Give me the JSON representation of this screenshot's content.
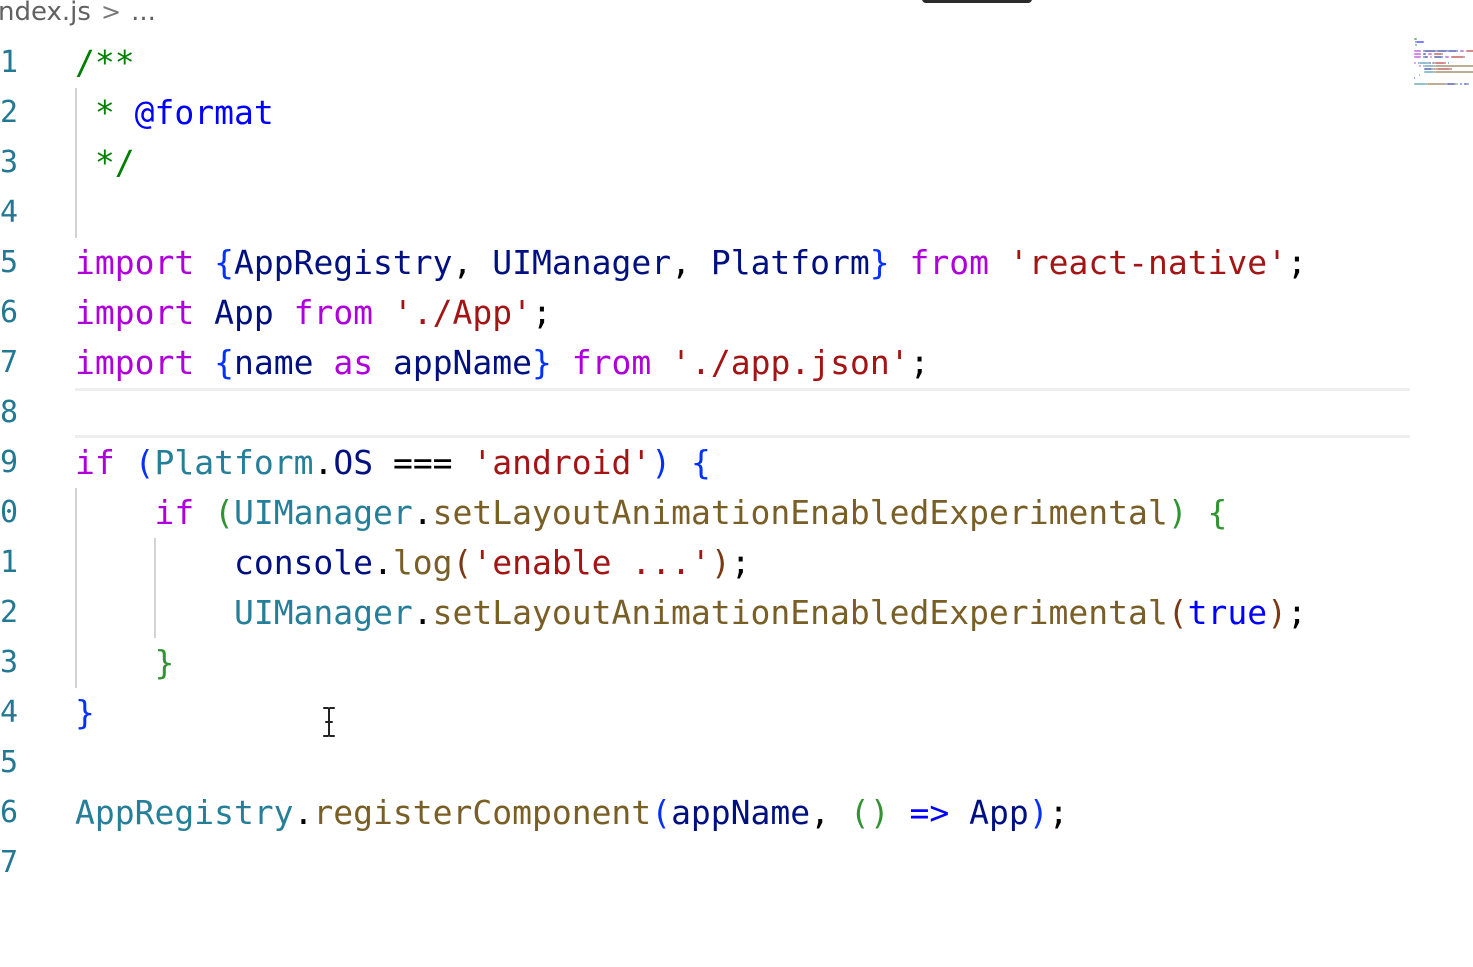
{
  "breadcrumb": {
    "file": "ndex.js",
    "separator": ">",
    "more": "..."
  },
  "gutter": {
    "line_numbers": [
      "1",
      "2",
      "3",
      "4",
      "5",
      "6",
      "7",
      "8",
      "9",
      "0",
      "1",
      "2",
      "3",
      "4",
      "5",
      "6",
      "7"
    ]
  },
  "code": {
    "current_line": 8,
    "lines": [
      [
        {
          "t": "/**",
          "c": "comment"
        }
      ],
      [
        {
          "t": " * ",
          "c": "comment"
        },
        {
          "t": "@format",
          "c": "tag"
        }
      ],
      [
        {
          "t": " */",
          "c": "comment"
        }
      ],
      [],
      [
        {
          "t": "import",
          "c": "kw-ctrl"
        },
        {
          "t": " ",
          "c": "plain"
        },
        {
          "t": "{",
          "c": "b1"
        },
        {
          "t": "AppRegistry",
          "c": "var"
        },
        {
          "t": ", ",
          "c": "plain"
        },
        {
          "t": "UIManager",
          "c": "var"
        },
        {
          "t": ", ",
          "c": "plain"
        },
        {
          "t": "Platform",
          "c": "var"
        },
        {
          "t": "}",
          "c": "b1"
        },
        {
          "t": " ",
          "c": "plain"
        },
        {
          "t": "from",
          "c": "kw-ctrl"
        },
        {
          "t": " ",
          "c": "plain"
        },
        {
          "t": "'react-native'",
          "c": "str"
        },
        {
          "t": ";",
          "c": "plain"
        }
      ],
      [
        {
          "t": "import",
          "c": "kw-ctrl"
        },
        {
          "t": " ",
          "c": "plain"
        },
        {
          "t": "App",
          "c": "var"
        },
        {
          "t": " ",
          "c": "plain"
        },
        {
          "t": "from",
          "c": "kw-ctrl"
        },
        {
          "t": " ",
          "c": "plain"
        },
        {
          "t": "'./App'",
          "c": "str"
        },
        {
          "t": ";",
          "c": "plain"
        }
      ],
      [
        {
          "t": "import",
          "c": "kw-ctrl"
        },
        {
          "t": " ",
          "c": "plain"
        },
        {
          "t": "{",
          "c": "b1"
        },
        {
          "t": "name",
          "c": "var"
        },
        {
          "t": " ",
          "c": "plain"
        },
        {
          "t": "as",
          "c": "kw-ctrl"
        },
        {
          "t": " ",
          "c": "plain"
        },
        {
          "t": "appName",
          "c": "var"
        },
        {
          "t": "}",
          "c": "b1"
        },
        {
          "t": " ",
          "c": "plain"
        },
        {
          "t": "from",
          "c": "kw-ctrl"
        },
        {
          "t": " ",
          "c": "plain"
        },
        {
          "t": "'./app.json'",
          "c": "str"
        },
        {
          "t": ";",
          "c": "plain"
        }
      ],
      [],
      [
        {
          "t": "if",
          "c": "kw-ctrl"
        },
        {
          "t": " ",
          "c": "plain"
        },
        {
          "t": "(",
          "c": "b1"
        },
        {
          "t": "Platform",
          "c": "cls"
        },
        {
          "t": ".",
          "c": "plain"
        },
        {
          "t": "OS",
          "c": "var"
        },
        {
          "t": " === ",
          "c": "plain"
        },
        {
          "t": "'android'",
          "c": "str"
        },
        {
          "t": ")",
          "c": "b1"
        },
        {
          "t": " ",
          "c": "plain"
        },
        {
          "t": "{",
          "c": "b1"
        }
      ],
      [
        {
          "t": "    ",
          "c": "plain"
        },
        {
          "t": "if",
          "c": "kw-ctrl"
        },
        {
          "t": " ",
          "c": "plain"
        },
        {
          "t": "(",
          "c": "b2"
        },
        {
          "t": "UIManager",
          "c": "cls"
        },
        {
          "t": ".",
          "c": "plain"
        },
        {
          "t": "setLayoutAnimationEnabledExperimental",
          "c": "fn"
        },
        {
          "t": ")",
          "c": "b2"
        },
        {
          "t": " ",
          "c": "plain"
        },
        {
          "t": "{",
          "c": "b2"
        }
      ],
      [
        {
          "t": "        ",
          "c": "plain"
        },
        {
          "t": "console",
          "c": "var"
        },
        {
          "t": ".",
          "c": "plain"
        },
        {
          "t": "log",
          "c": "fn"
        },
        {
          "t": "(",
          "c": "b3"
        },
        {
          "t": "'enable ...'",
          "c": "str"
        },
        {
          "t": ")",
          "c": "b3"
        },
        {
          "t": ";",
          "c": "plain"
        }
      ],
      [
        {
          "t": "        ",
          "c": "plain"
        },
        {
          "t": "UIManager",
          "c": "cls"
        },
        {
          "t": ".",
          "c": "plain"
        },
        {
          "t": "setLayoutAnimationEnabledExperimental",
          "c": "fn"
        },
        {
          "t": "(",
          "c": "b3"
        },
        {
          "t": "true",
          "c": "kw"
        },
        {
          "t": ")",
          "c": "b3"
        },
        {
          "t": ";",
          "c": "plain"
        }
      ],
      [
        {
          "t": "    ",
          "c": "plain"
        },
        {
          "t": "}",
          "c": "b2"
        }
      ],
      [
        {
          "t": "}",
          "c": "b1"
        }
      ],
      [],
      [
        {
          "t": "AppRegistry",
          "c": "cls"
        },
        {
          "t": ".",
          "c": "plain"
        },
        {
          "t": "registerComponent",
          "c": "fn"
        },
        {
          "t": "(",
          "c": "b1"
        },
        {
          "t": "appName",
          "c": "var"
        },
        {
          "t": ", ",
          "c": "plain"
        },
        {
          "t": "()",
          "c": "b2"
        },
        {
          "t": " ",
          "c": "plain"
        },
        {
          "t": "=>",
          "c": "kw"
        },
        {
          "t": " ",
          "c": "plain"
        },
        {
          "t": "App",
          "c": "var"
        },
        {
          "t": ")",
          "c": "b1"
        },
        {
          "t": ";",
          "c": "plain"
        }
      ],
      []
    ]
  },
  "colors": {
    "comment": "#008000",
    "keyword_control": "#af00db",
    "keyword": "#0000ff",
    "variable": "#001080",
    "class": "#267f99",
    "function": "#795e26",
    "string": "#a31515",
    "line_number": "#237893",
    "indent_guide": "#d3d3d3",
    "current_line_border": "#eeeeee"
  },
  "icons": {
    "cursor": "text-cursor-icon",
    "minimap": "minimap-preview"
  }
}
